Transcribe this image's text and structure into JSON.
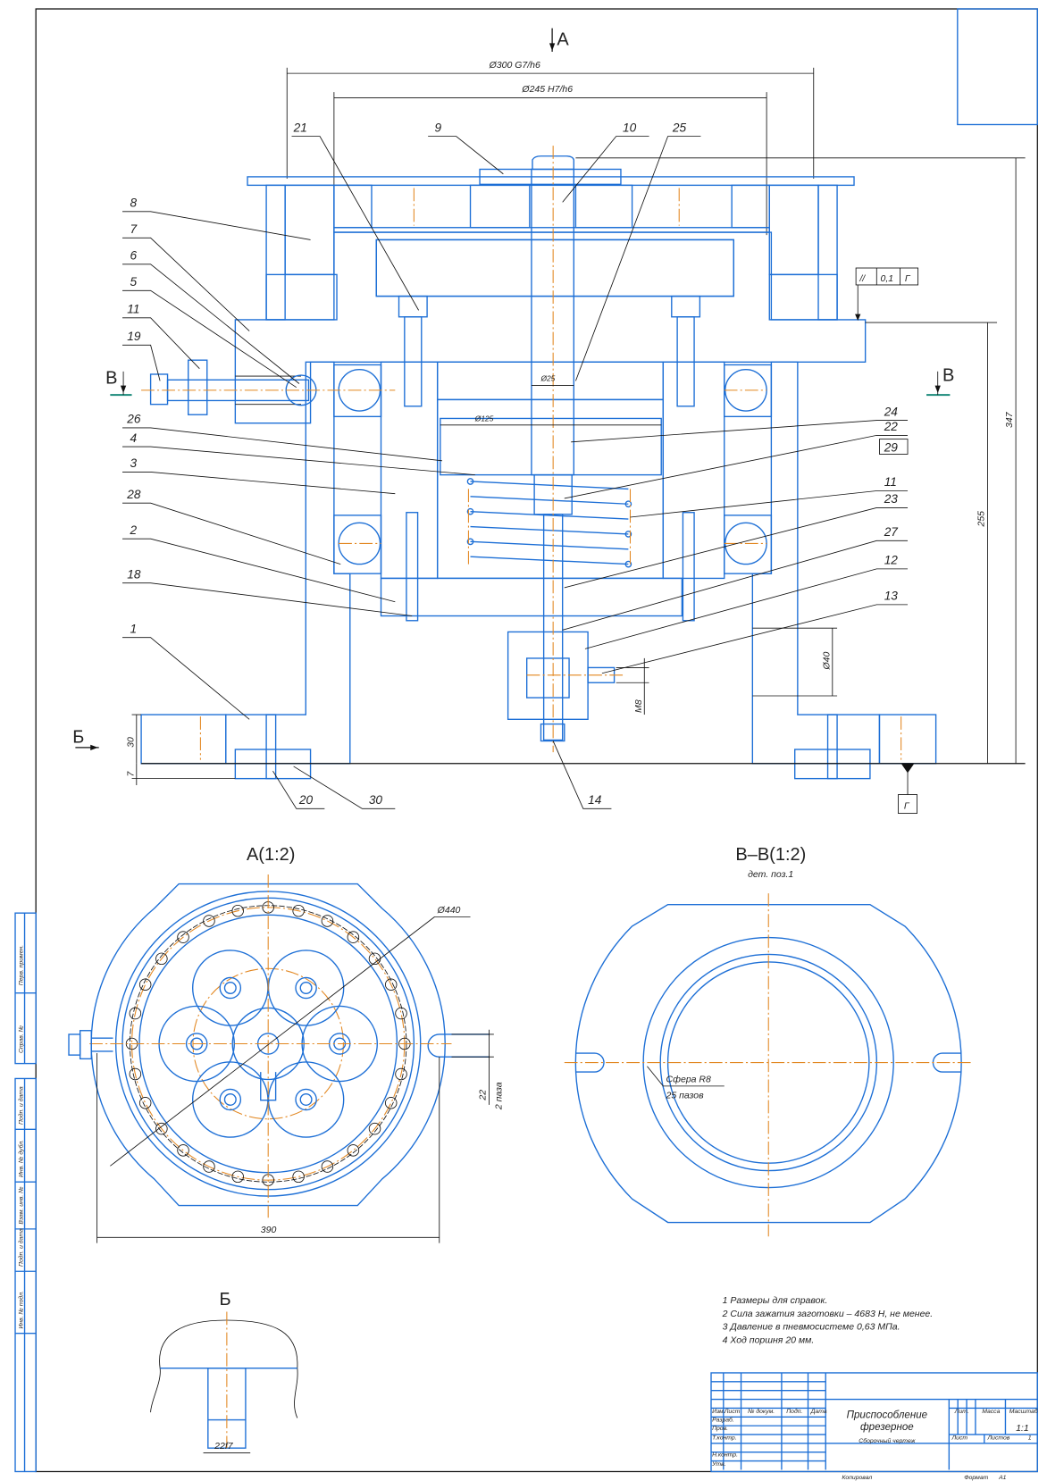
{
  "section_markers": {
    "A": "А",
    "B": "Б",
    "V_left": "В",
    "V_right": "В"
  },
  "dimensions": {
    "d300": "Ø300 G7/h6",
    "d245": "Ø245 H7/h6",
    "d25": "Ø25",
    "d125": "Ø125",
    "d40": "Ø40",
    "m8": "M8",
    "h347": "347",
    "h255": "255",
    "h30": "30",
    "h7": "7",
    "d440": "Ø440",
    "w390": "390",
    "slot22": "22",
    "slots2": "2 паза",
    "fit22": "22f7"
  },
  "tolerance": {
    "symbol": "//",
    "value": "0,1",
    "datum": "Г"
  },
  "datum_label": "Г",
  "callouts": {
    "left": [
      "8",
      "7",
      "6",
      "5",
      "11",
      "19",
      "26",
      "4",
      "3",
      "28",
      "2",
      "18",
      "1"
    ],
    "right": [
      "24",
      "22",
      "29",
      "11",
      "23",
      "27",
      "12",
      "13"
    ],
    "top": [
      "21",
      "9",
      "10",
      "25"
    ],
    "bottom": [
      "20",
      "30",
      "14"
    ]
  },
  "views": {
    "view_a": "А(1:2)",
    "view_vv": "В–В(1:2)",
    "view_vv_sub": "дет. поз.1",
    "view_b": "Б",
    "sphere": "Сфера R8",
    "grooves": "25 пазов"
  },
  "notes": [
    "1 Размеры для справок.",
    "2 Сила зажатия заготовки – 4683 Н, не менее.",
    "3 Давление в пневмосистеме 0,63 МПа.",
    "4 Ход поршня 20 мм."
  ],
  "title_block": {
    "name_line1": "Приспособление",
    "name_line2": "фрезерное",
    "doc_type": "Сборочный чертеж",
    "headers": [
      "Изм.",
      "Лист",
      "№ докум.",
      "Подп.",
      "Дата"
    ],
    "roles": [
      "Разраб.",
      "Пров.",
      "Т.контр.",
      "",
      "Н.контр.",
      "Утв."
    ],
    "lit": "Лит.",
    "mass": "Масса",
    "scale_label": "Масштаб",
    "scale": "1:1",
    "sheet": "Лист",
    "sheets": "Листов",
    "sheets_count": "1"
  },
  "side_stamp": [
    "Перв. примен.",
    "Справ. №",
    "Подп. и дата",
    "Инв. № дубл.",
    "Взам. инв. №",
    "Подп. и дата",
    "Инв. № подл."
  ],
  "footer": {
    "copied": "Копировал",
    "format_label": "Формат",
    "format": "А1"
  },
  "colors": {
    "outline": "#1d6fd6",
    "centerline": "#e2861f",
    "hatch": "#111111"
  }
}
